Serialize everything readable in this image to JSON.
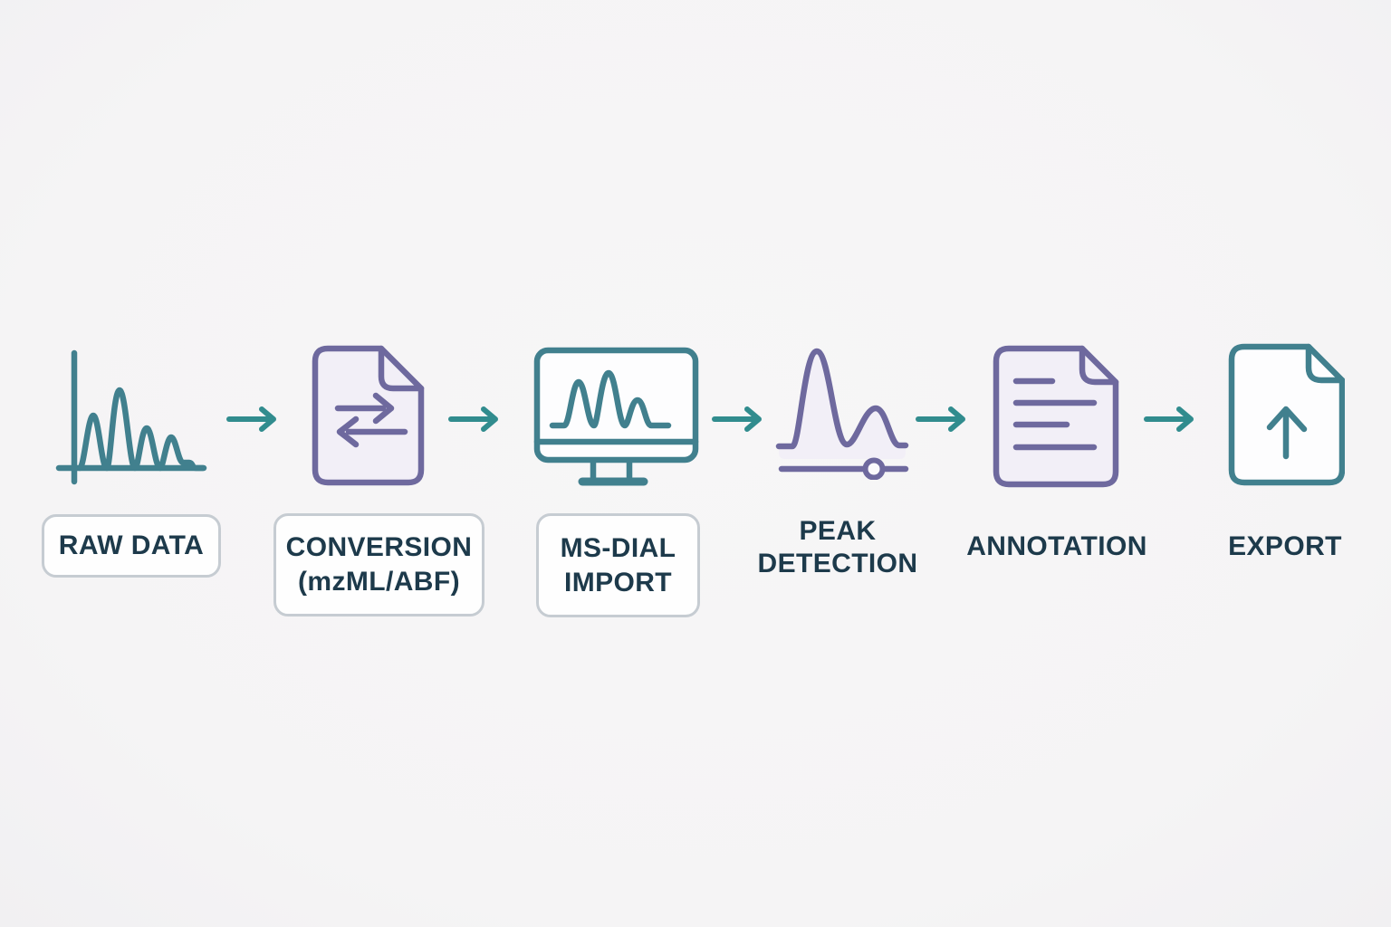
{
  "diagram": {
    "type": "workflow-flowchart",
    "stages": [
      {
        "id": "raw-data",
        "icon": "chromatogram-icon",
        "boxed": true,
        "lines": [
          "RAW DATA"
        ]
      },
      {
        "id": "conversion",
        "icon": "file-conversion-icon",
        "boxed": true,
        "lines": [
          "CONVERSION",
          "(mzML/ABF)"
        ]
      },
      {
        "id": "ms-dial-import",
        "icon": "monitor-chromatogram-icon",
        "boxed": true,
        "lines": [
          "MS-DIAL",
          "IMPORT"
        ]
      },
      {
        "id": "peak-detection",
        "icon": "peak-curve-slider-icon",
        "boxed": false,
        "lines": [
          "PEAK",
          "DETECTION"
        ]
      },
      {
        "id": "annotation",
        "icon": "annotated-document-icon",
        "boxed": false,
        "lines": [
          "ANNOTATION"
        ]
      },
      {
        "id": "export",
        "icon": "file-export-icon",
        "boxed": false,
        "lines": [
          "EXPORT"
        ]
      }
    ],
    "arrow_count": 5,
    "colors": {
      "teal": "#41808E",
      "arrow_teal": "#318C8E",
      "purple": "#6E699E",
      "purple_fill": "#F2EFF7",
      "label_text": "#1D3A4B",
      "box_border": "#C6CCD2",
      "box_bg": "#FEFEFE",
      "background": "#F5F4F5"
    }
  }
}
